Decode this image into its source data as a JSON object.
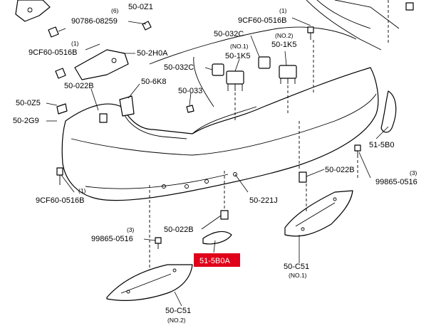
{
  "callouts": {
    "c_90786_08259": {
      "code": "90786-08259",
      "qty": "(6)"
    },
    "c_50_0z1": {
      "code": "50-0Z1"
    },
    "c_9cf60_top_left": {
      "code": "9CF60-0516B",
      "qty": "(1)"
    },
    "c_50_2h0a": {
      "code": "50-2H0A"
    },
    "c_50_022b_left": {
      "code": "50-022B"
    },
    "c_50_0z5": {
      "code": "50-0Z5"
    },
    "c_50_2g9": {
      "code": "50-2G9"
    },
    "c_50_6k8": {
      "code": "50-6K8"
    },
    "c_50_033": {
      "code": "50-033"
    },
    "c_9cf60_top_right": {
      "code": "9CF60-0516B",
      "qty": "(1)"
    },
    "c_50_032c_upper": {
      "code": "50-032C",
      "note": "(NO.2)"
    },
    "c_50_1k5_no1": {
      "code": "50-1K5",
      "note": "(NO.1)"
    },
    "c_50_1k5": {
      "code": "50-1K5"
    },
    "c_50_032c_lower": {
      "code": "50-032C"
    },
    "c_51_5b0": {
      "code": "51-5B0"
    },
    "c_99865_right": {
      "code": "99865-0516",
      "qty": "(3)"
    },
    "c_50_022b_right": {
      "code": "50-022B"
    },
    "c_50_221j": {
      "code": "50-221J"
    },
    "c_9cf60_bottom_left": {
      "code": "9CF60-0516B",
      "qty": "(1)"
    },
    "c_99865_left": {
      "code": "99865-0516",
      "qty": "(3)"
    },
    "c_50_022b_bottom": {
      "code": "50-022B"
    },
    "c_51_5b0a": {
      "code": "51-5B0A",
      "highlight_color": "#e0001a"
    },
    "c_50_c51_no1": {
      "code": "50-C51",
      "note": "(NO.1)"
    },
    "c_50_c51_no2": {
      "code": "50-C51",
      "note": "(NO.2)"
    }
  }
}
